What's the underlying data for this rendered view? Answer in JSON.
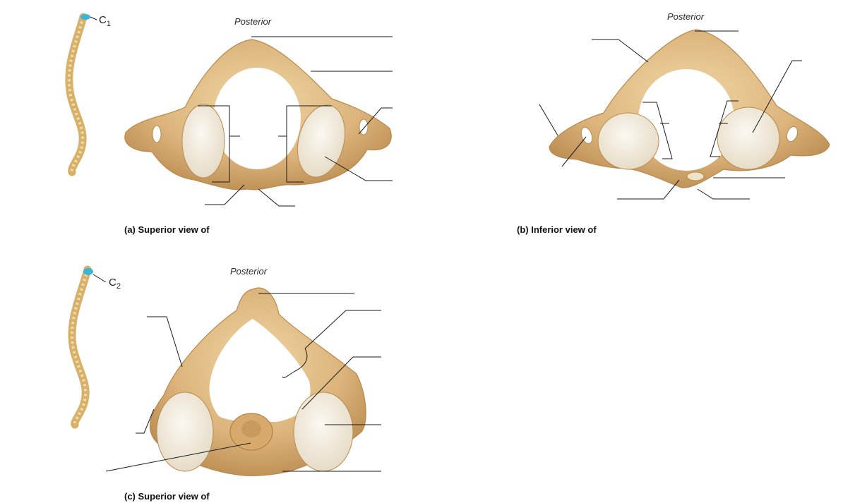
{
  "panels": {
    "a": {
      "posterior": "Posterior",
      "caption": "(a) Superior view of",
      "vertebra_label": "C",
      "vertebra_number": "1"
    },
    "b": {
      "posterior": "Posterior",
      "caption": "(b) Inferior view of"
    },
    "c": {
      "posterior": "Posterior",
      "caption": "(c) Superior view of",
      "vertebra_label": "C",
      "vertebra_number": "2"
    }
  },
  "colors": {
    "bone": "#dcb47c",
    "bone_shadow": "#b98a4e",
    "bone_highlight": "#f0d6a4",
    "cartilage": "#f2ece0",
    "leader_line": "#1a1a1a",
    "highlight_vertebra": "#39b6d6"
  }
}
